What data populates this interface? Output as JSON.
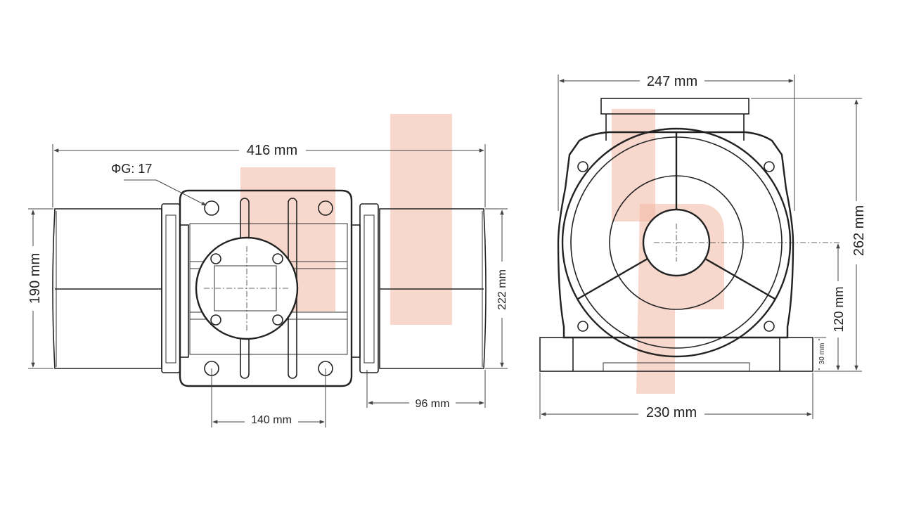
{
  "colors": {
    "line": "#222222",
    "watermark": "#f3b8a3",
    "background": "#ffffff"
  },
  "side_view": {
    "overall_length": "416 mm",
    "hole_diameter": "ΦG: 17",
    "height_left": "190 mm",
    "height_right": "222 mm",
    "hole_spacing": "140 mm",
    "end_length": "96 mm"
  },
  "end_view": {
    "top_width": "247 mm",
    "overall_height": "262 mm",
    "center_height": "120 mm",
    "base_height": "30 mm",
    "base_width": "230 mm"
  }
}
